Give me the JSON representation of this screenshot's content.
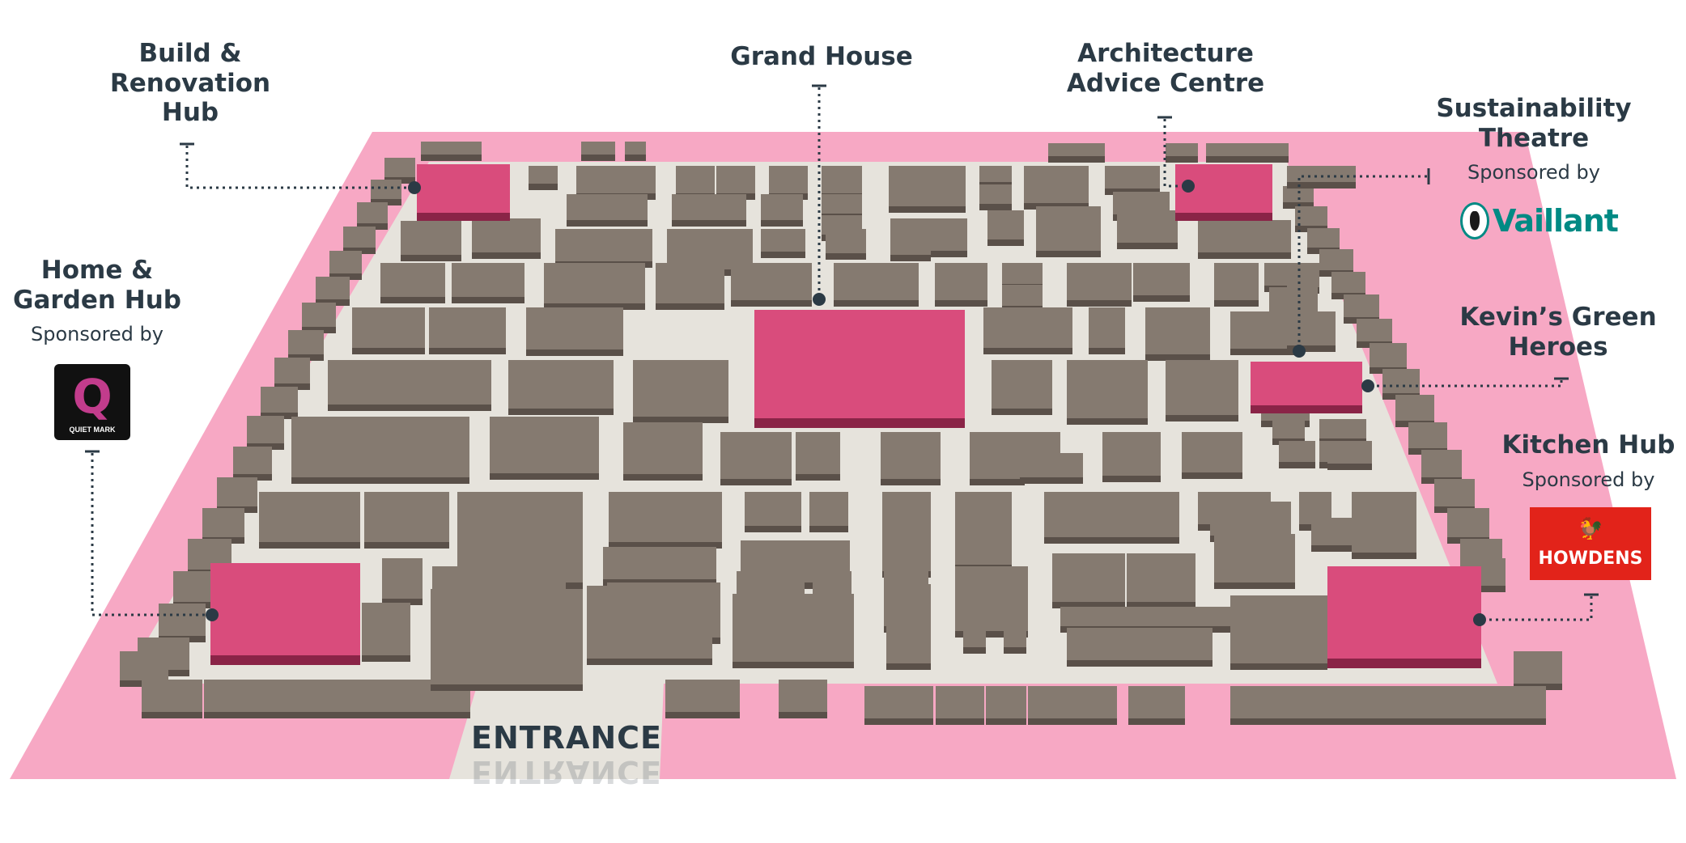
{
  "map": {
    "entrance_label": "ENTRANCE",
    "colors": {
      "floor_outer": "#f7a8c4",
      "aisle": "#e6e3dc",
      "stand_top": "#857a70",
      "stand_side": "#5a5049",
      "feature_top": "#d94c7c",
      "feature_side": "#8a2447",
      "leader": "#2b3a45",
      "text": "#2b3a45"
    }
  },
  "features": [
    {
      "id": "build-renovation-hub",
      "name_lines": [
        "Build &",
        "Renovation",
        "Hub"
      ]
    },
    {
      "id": "grand-house",
      "name_lines": [
        "Grand House"
      ]
    },
    {
      "id": "architecture-advice-centre",
      "name_lines": [
        "Architecture",
        "Advice Centre"
      ]
    },
    {
      "id": "sustainability-theatre",
      "name_lines": [
        "Sustainability",
        "Theatre"
      ],
      "sponsor_text": "Sponsored by",
      "sponsor": "Vaillant"
    },
    {
      "id": "home-garden-hub",
      "name_lines": [
        "Home &",
        "Garden Hub"
      ],
      "sponsor_text": "Sponsored by",
      "sponsor": "QUIET MARK"
    },
    {
      "id": "kevins-green-heroes",
      "name_lines": [
        "Kevin’s Green",
        "Heroes"
      ]
    },
    {
      "id": "kitchen-hub",
      "name_lines": [
        "Kitchen Hub"
      ],
      "sponsor_text": "Sponsored by",
      "sponsor": "HOWDENS"
    }
  ],
  "logos": {
    "quiet_mark": {
      "letter": "Q",
      "text": "QUIET MARK",
      "icon": "quiet-mark-logo"
    },
    "vaillant": {
      "text": "Vaillant",
      "icon": "vaillant-hare-logo"
    },
    "howdens": {
      "text": "HOWDENS",
      "icon": "howdens-cockerel-logo",
      "glyph": "🐓"
    }
  }
}
